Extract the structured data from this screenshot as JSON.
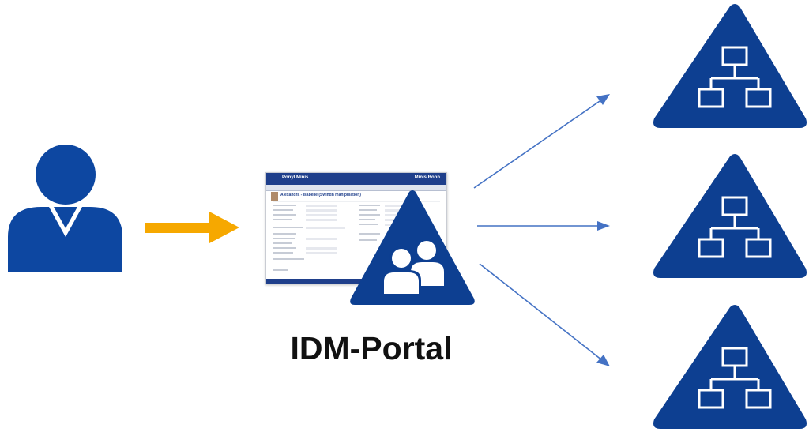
{
  "portal": {
    "label": "IDM-Portal",
    "screenshot": {
      "app_title": "Ponyl.Minis",
      "brand": "Minis Bonn",
      "page_title": "Alexandra - Isabelle (Swindh manipulation)"
    }
  },
  "colors": {
    "user_blue": "#0d47a1",
    "system_blue": "#0d3f91",
    "accent_orange": "#f6a800",
    "connector_blue": "#4472c4"
  },
  "icons": {
    "user": "user-icon",
    "group": "user-group-icon",
    "system": "org-chart-icon"
  },
  "targets": [
    "system-1",
    "system-2",
    "system-3"
  ]
}
